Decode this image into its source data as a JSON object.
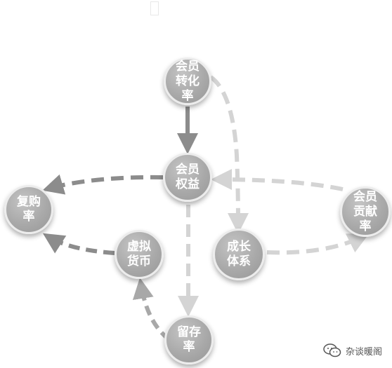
{
  "nodes": {
    "conversion": "会员\n转化\n率",
    "benefits": "会员\n权益",
    "repurchase": "复购\n率",
    "contribution": "会员\n贡献\n率",
    "virtual_currency": "虚拟\n货币",
    "growth_system": "成长\n体系",
    "retention": "留存\n率"
  },
  "watermark": {
    "text": "杂谈暖阁"
  },
  "colors": {
    "node": "#a9a9a9",
    "arrow_dark": "#8c8c8c",
    "arrow_light": "#dcdcdc"
  }
}
